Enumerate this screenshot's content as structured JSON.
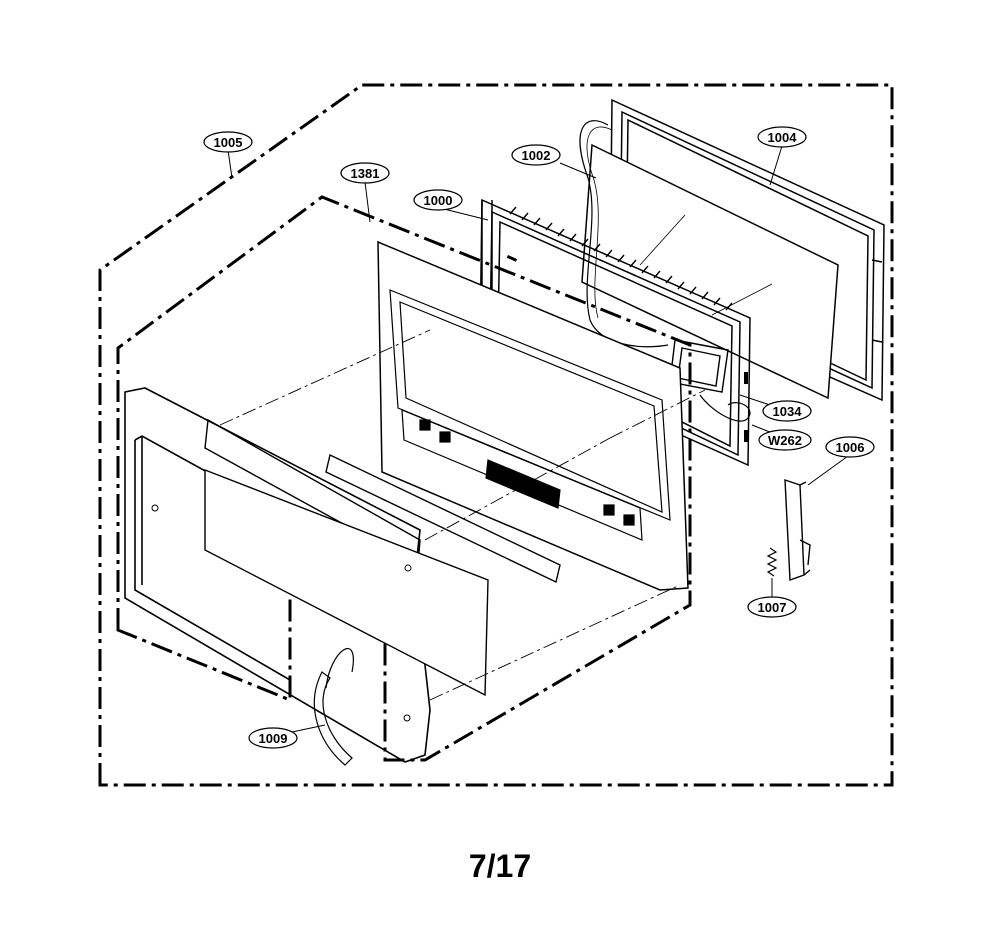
{
  "diagram": {
    "part_labels": {
      "p1005": "1005",
      "p1381": "1381",
      "p1000": "1000",
      "p1002": "1002",
      "p1004": "1004",
      "p1034": "1034",
      "pW262": "W262",
      "p1006": "1006",
      "p1007": "1007",
      "p1009": "1009"
    },
    "page_number": "7/17"
  }
}
